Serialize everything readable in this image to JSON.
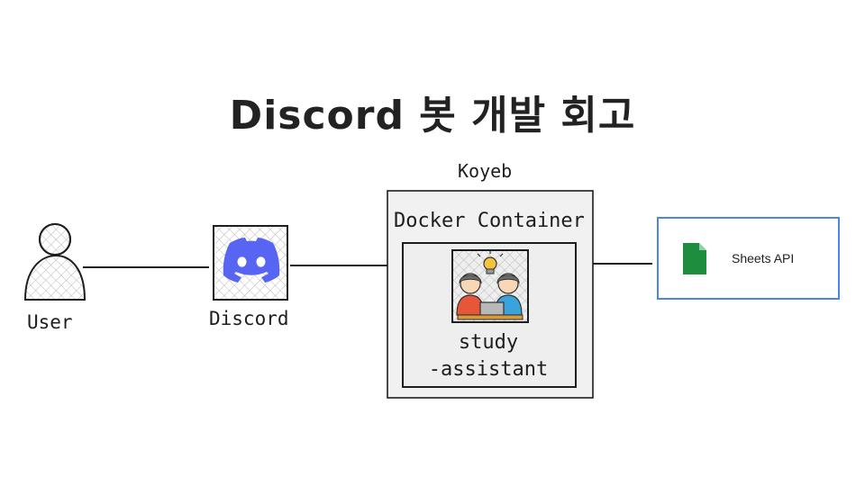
{
  "title": "Discord 봇 개발 회고",
  "nodes": {
    "user": {
      "label": "User"
    },
    "discord": {
      "label": "Discord",
      "color": "#5865F2"
    },
    "koyeb": {
      "label": "Koyeb"
    },
    "docker": {
      "label": "Docker Container"
    },
    "study": {
      "label_line1": "study",
      "label_line2": "-assistant"
    },
    "sheets": {
      "label": "Sheets API",
      "color": "#1e8e3e",
      "border": "#4a86e8"
    }
  }
}
